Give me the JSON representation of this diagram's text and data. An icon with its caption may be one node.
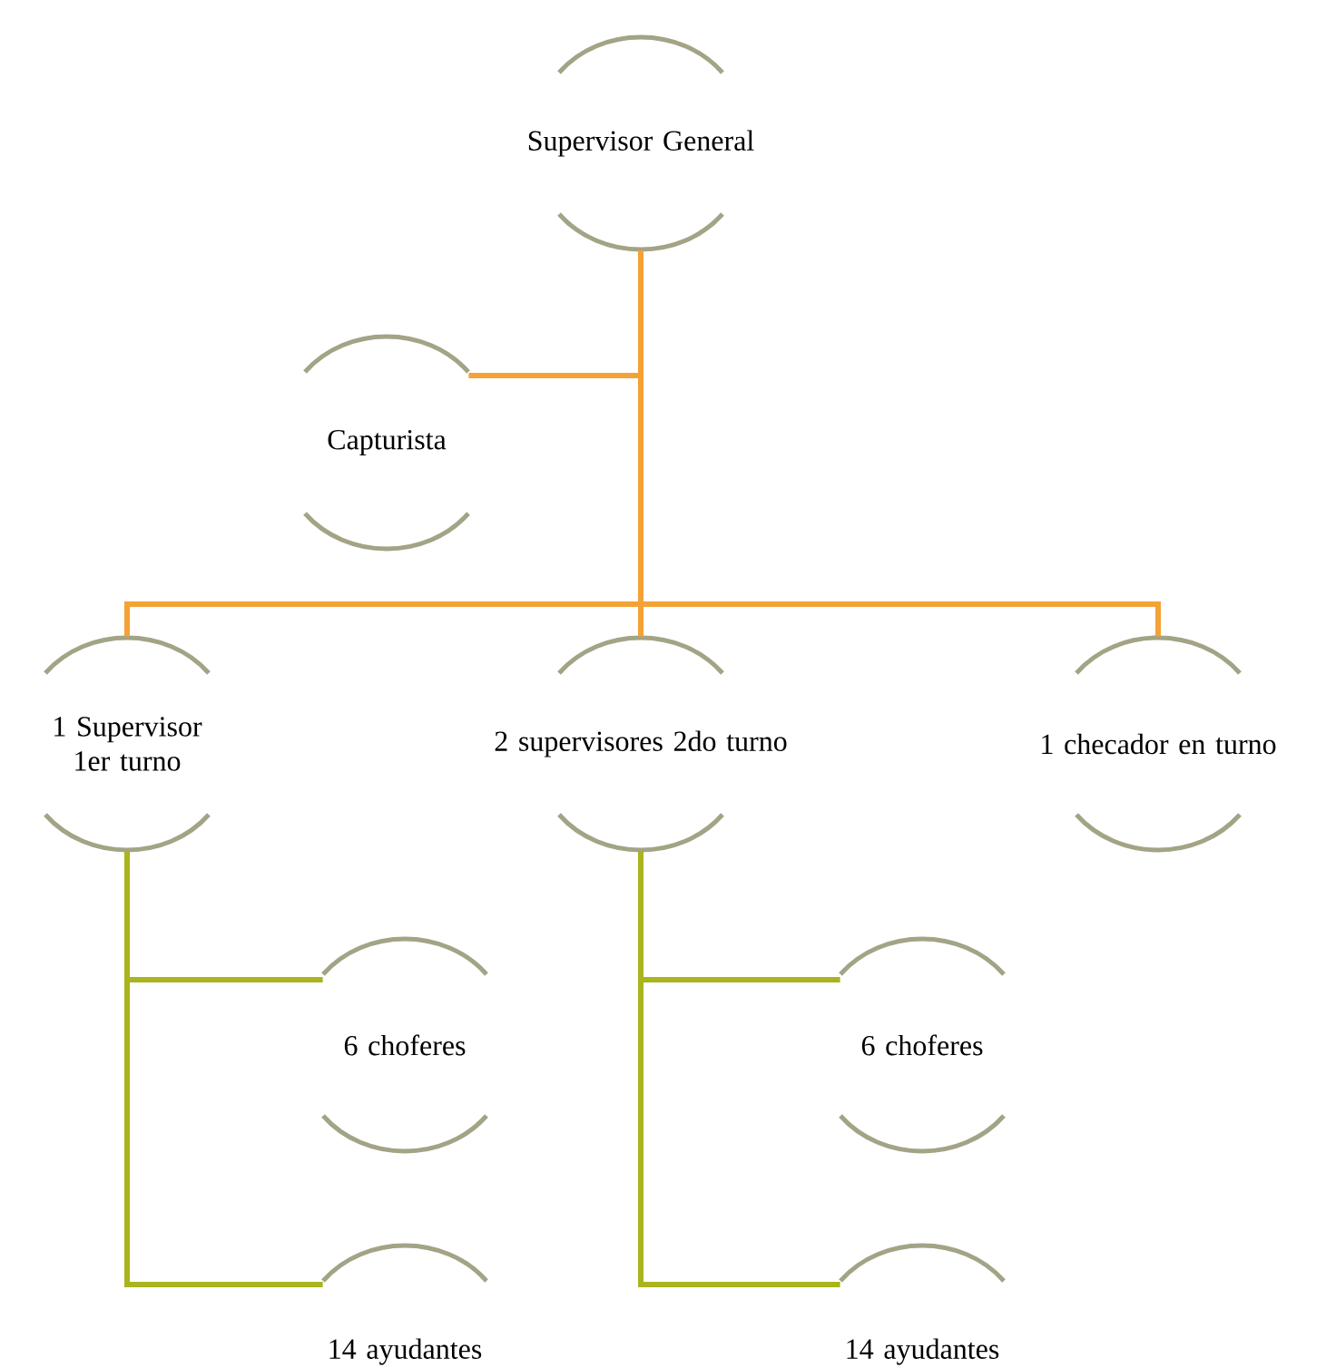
{
  "diagram": {
    "nodes": [
      {
        "text": [
          "Supervisor General"
        ]
      },
      {
        "text": [
          "Capturista"
        ]
      },
      {
        "text": [
          "1 Supervisor 1er turno"
        ]
      },
      {
        "text": [
          "2 supervisores 2do turno"
        ]
      },
      {
        "text": [
          "1 checador en turno"
        ]
      },
      {
        "text": [
          "6 choferes"
        ]
      },
      {
        "text": [
          "14 ayudantes"
        ]
      },
      {
        "text": [
          "6 choferes"
        ]
      },
      {
        "text": [
          "14 ayudantes"
        ]
      }
    ],
    "edges": [
      {
        "from": 0,
        "to": 1,
        "arrow": "none",
        "color": "#f4a236"
      },
      {
        "from": 0,
        "to": 2,
        "arrow": "none",
        "color": "#f4a236"
      },
      {
        "from": 0,
        "to": 3,
        "arrow": "none",
        "color": "#f4a236"
      },
      {
        "from": 0,
        "to": 4,
        "arrow": "none",
        "color": "#f4a236"
      },
      {
        "from": 2,
        "to": 5,
        "arrow": "none",
        "color": "#a9b41e"
      },
      {
        "from": 2,
        "to": 6,
        "arrow": "none",
        "color": "#a9b41e"
      },
      {
        "from": 3,
        "to": 7,
        "arrow": "none",
        "color": "#a9b41e"
      },
      {
        "from": 3,
        "to": 8,
        "arrow": "none",
        "color": "#a9b41e"
      }
    ]
  }
}
